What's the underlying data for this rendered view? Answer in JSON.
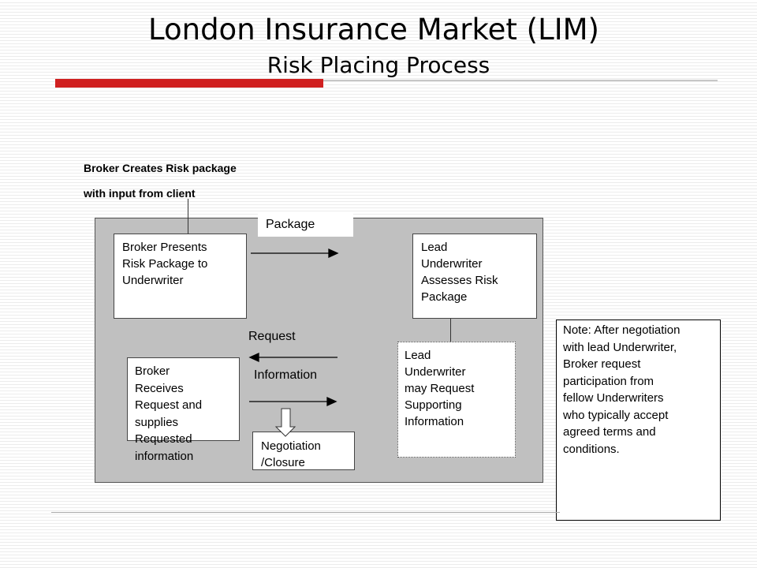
{
  "title": "London Insurance Market (LIM)",
  "subtitle": "Risk Placing Process",
  "broker_creates": {
    "line1": "Broker Creates Risk package",
    "line2": "with input from client"
  },
  "flow_labels": {
    "package": "Package",
    "request": "Request",
    "information": "Information"
  },
  "boxes": {
    "broker_presents": [
      "Broker Presents",
      "Risk Package to",
      "Underwriter"
    ],
    "lead_assesses": [
      "Lead",
      "Underwriter",
      "Assesses Risk",
      "Package"
    ],
    "lead_requests": [
      "Lead",
      "Underwriter",
      "may Request",
      "Supporting",
      "Information"
    ],
    "broker_receives": [
      "Broker",
      "Receives",
      "Request and",
      "supplies",
      "Requested",
      "information"
    ],
    "negotiation": [
      "Negotiation",
      "/Closure"
    ]
  },
  "note": [
    "Note: After negotiation",
    "with lead Underwriter,",
    "Broker request",
    "participation from",
    "fellow Underwriters",
    "who typically accept",
    "agreed terms and",
    "conditions."
  ],
  "colors": {
    "accent": "#d02020",
    "panel": "#c0c0c0"
  }
}
